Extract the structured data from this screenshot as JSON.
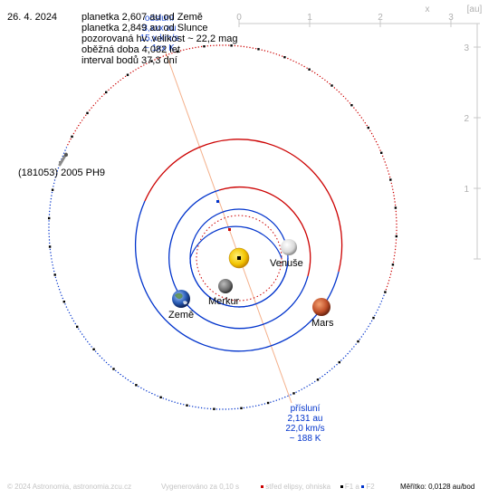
{
  "date": "26. 4. 2024",
  "info_lines": [
    "planetka 2,607 au od Země",
    "planetka 2,849 au od Slunce",
    "pozorovaná hv. velikost ~ 22,2 mag",
    "oběžná doba 4,082 let",
    "interval bodů 37,3 dní"
  ],
  "aphelion_label": [
    "odsluní",
    "3,xxx au",
    "15,x km/s",
    "~ 1xx K"
  ],
  "perihelion_label": [
    "přísluní",
    "2,131 au",
    "22,0 km/s",
    "~ 188 K"
  ],
  "top_axis": {
    "label": "x",
    "ticks": [
      "0",
      "1",
      "2",
      "3"
    ],
    "unit": "[au]"
  },
  "right_axis": {
    "ticks": [
      "3",
      "2",
      "1"
    ]
  },
  "bodies": {
    "sun": {
      "label": "",
      "color": "#f2c400"
    },
    "venus": {
      "label": "Venuše"
    },
    "mercury": {
      "label": "Merkur"
    },
    "earth": {
      "label": "Země"
    },
    "mars": {
      "label": "Mars"
    },
    "asteroid": {
      "label": "(181053) 2005 PH9"
    }
  },
  "footer": {
    "copyright": "© 2024 Astronomia, astronomia.zcu.cz",
    "generated": "Vygenerováno za 0,10 s",
    "legend_center": "střed elipsy, ohniska",
    "legend_f1": "F1 a",
    "legend_f2": "F2",
    "scale": "Měřítko: 0,0128 au/bod"
  },
  "colors": {
    "blue": "#0033cc",
    "red": "#cc0000",
    "orbit_line": "#f4b08a",
    "axis_gray": "#b8b8b8"
  }
}
